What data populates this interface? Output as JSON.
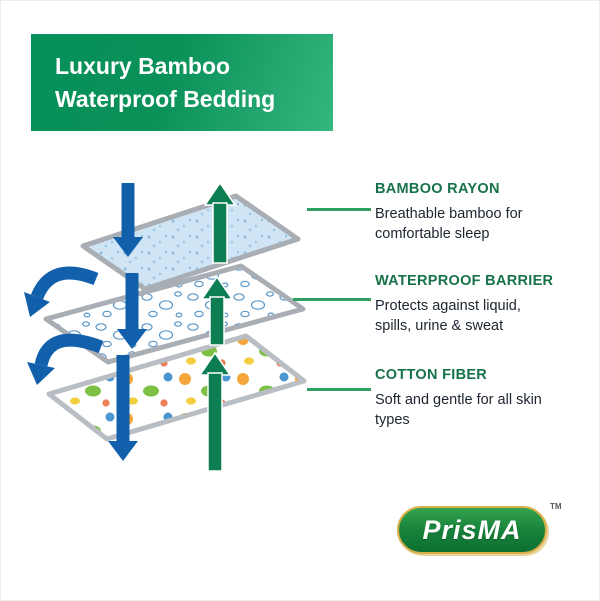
{
  "banner": {
    "title_line1": "Luxury Bamboo",
    "title_line2": "Waterproof Bedding"
  },
  "layers": [
    {
      "id": "bamboo-rayon",
      "title": "BAMBOO RAYON",
      "desc": "Breathable bamboo for comfortable sleep"
    },
    {
      "id": "waterproof-barrier",
      "title": "WATERPROOF BARRIER",
      "desc": "Protects against liquid, spills, urine & sweat"
    },
    {
      "id": "cotton-fiber",
      "title": "COTTON FIBER",
      "desc": "Soft and gentle for all skin types"
    }
  ],
  "diagram": {
    "layer_sheets": [
      {
        "name": "bamboo-rayon-sheet",
        "appearance": "light blue textured fabric"
      },
      {
        "name": "waterproof-barrier-sheet",
        "appearance": "white sheet with blue bubble print"
      },
      {
        "name": "cotton-fiber-sheet",
        "appearance": "white sheet with colorful animal print"
      }
    ],
    "arrow_colors": {
      "down_arrows": "#1260ab",
      "up_arrows": "#0d7d52",
      "curved_arrows": "#1260ab"
    }
  },
  "logo": {
    "brand": "PrisMA",
    "trademark": "TM"
  },
  "colors": {
    "banner_gradient_start": "#07905a",
    "banner_gradient_end": "#35b67f",
    "label_green": "#17724a",
    "connector_green": "#2f9e63",
    "logo_green": "#15803a",
    "logo_border_gold": "#d8b04a",
    "body_text": "#1d2530"
  }
}
